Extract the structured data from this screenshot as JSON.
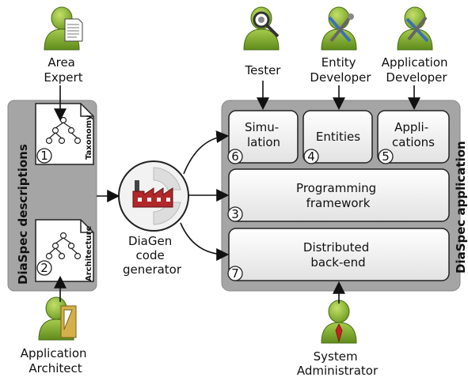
{
  "actors": {
    "area_expert": "Area\nExpert",
    "tester": "Tester",
    "entity_developer": "Entity\nDeveloper",
    "application_developer": "Application\nDeveloper",
    "application_architect": "Application\nArchitect",
    "system_administrator": "System\nAdministrator"
  },
  "left_panel": {
    "title": "DiaSpec descriptions",
    "taxonomy": "Taxonomy",
    "architecture": "Architecture",
    "num_taxonomy": "1",
    "num_architecture": "2"
  },
  "generator": {
    "label": "DiaGen\ncode\ngenerator"
  },
  "right_panel": {
    "title": "DiaSpec application",
    "simulation": "Simu-\nlation",
    "entities": "Entities",
    "applications": "Appli-\ncations",
    "programming_framework": "Programming\nframework",
    "distributed_backend": "Distributed\nback-end",
    "num_simulation": "6",
    "num_entities": "4",
    "num_applications": "5",
    "num_framework": "3",
    "num_backend": "7"
  },
  "colors": {
    "panel_fill": "#a5a5a5",
    "box_fill": "#f4f4f4",
    "person_green": "#8db83a",
    "person_dark": "#5f8b1d",
    "factory_red": "#b0282a"
  }
}
